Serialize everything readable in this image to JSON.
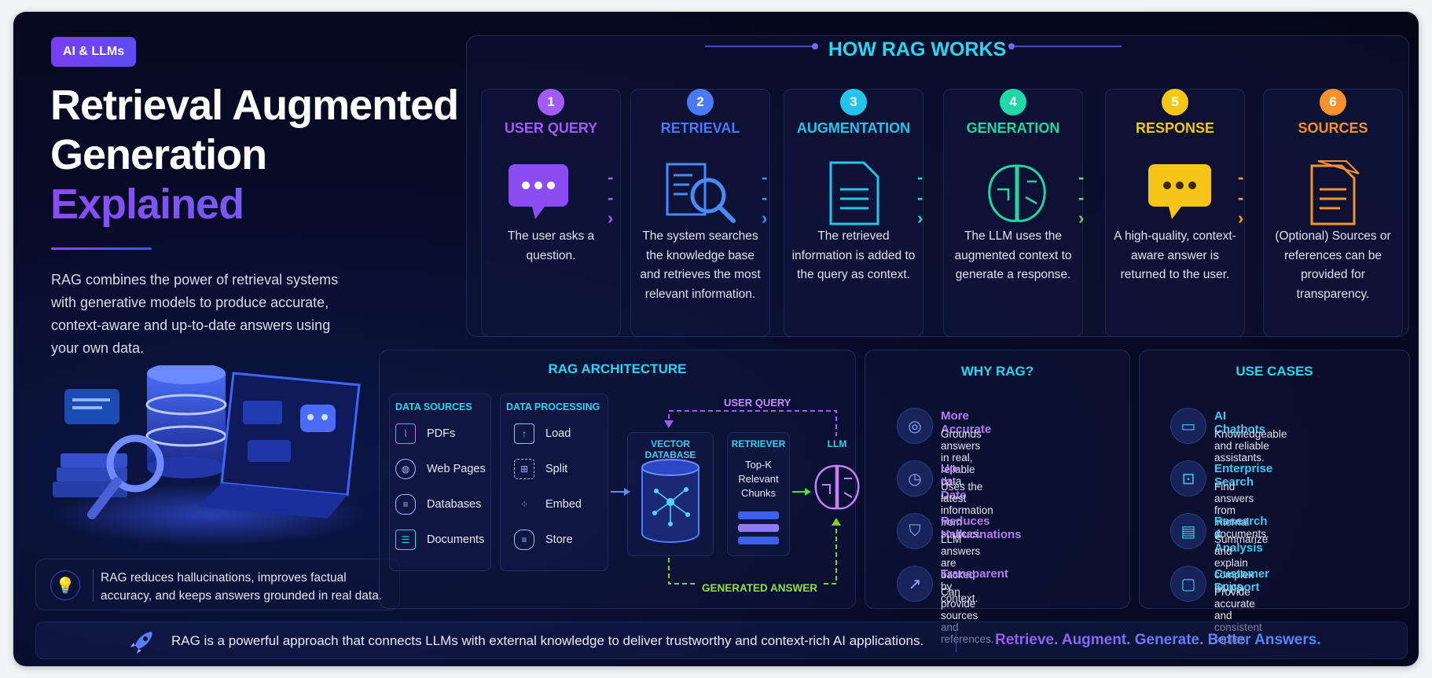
{
  "badge": "AI & LLMs",
  "title": {
    "line1": "Retrieval Augmented",
    "line2": "Generation",
    "line3": "Explained"
  },
  "intro": "RAG combines the power of retrieval systems with generative models to produce accurate, context-aware and up-to-date answers using your own data.",
  "tip": "RAG reduces hallucinations, improves factual accuracy, and keeps answers grounded in real data.",
  "how": {
    "title": "HOW RAG WORKS",
    "steps": [
      {
        "num": "1",
        "title": "USER QUERY",
        "desc": "The user asks a question.",
        "color": "#a25cf5"
      },
      {
        "num": "2",
        "title": "RETRIEVAL",
        "desc": "The system searches the knowledge base and retrieves the most relevant information.",
        "color": "#4a79f5"
      },
      {
        "num": "3",
        "title": "AUGMENTATION",
        "desc": "The retrieved information is added to the query as context.",
        "color": "#27c4ea"
      },
      {
        "num": "4",
        "title": "GENERATION",
        "desc": "The LLM uses the augmented context to generate a response.",
        "color": "#22d6a6"
      },
      {
        "num": "5",
        "title": "RESPONSE",
        "desc": "A high-quality, context-aware answer is returned to the user.",
        "color": "#f5c518"
      },
      {
        "num": "6",
        "title": "SOURCES",
        "desc": "(Optional) Sources or references can be provided for transparency.",
        "color": "#f5912a"
      }
    ]
  },
  "arch": {
    "title": "RAG ARCHITECTURE",
    "data_sources": {
      "header": "DATA SOURCES",
      "items": [
        "PDFs",
        "Web Pages",
        "Databases",
        "Documents"
      ]
    },
    "data_processing": {
      "header": "DATA PROCESSING",
      "items": [
        "Load",
        "Split",
        "Embed",
        "Store"
      ]
    },
    "vector_db": "VECTOR DATABASE",
    "retriever": {
      "header": "RETRIEVER",
      "text": "Top-K Relevant Chunks"
    },
    "llm": "LLM",
    "user_query": "USER QUERY",
    "generated_answer": "GENERATED ANSWER"
  },
  "why": {
    "title": "WHY RAG?",
    "items": [
      {
        "title": "More Accurate",
        "desc": "Grounds answers in real, reliable data.",
        "icon": "target-icon"
      },
      {
        "title": "Up-to-Date",
        "desc": "Uses the latest information from sources.",
        "icon": "clock-icon"
      },
      {
        "title": "Reduces Hallucinations",
        "desc": "LLM answers are backed by context.",
        "icon": "shield-check-icon"
      },
      {
        "title": "Transparent",
        "desc": "Can provide sources and references.",
        "icon": "growth-chart-icon"
      }
    ]
  },
  "uses": {
    "title": "USE CASES",
    "items": [
      {
        "title": "AI Chatbots",
        "desc": "Knowledgeable and reliable assistants.",
        "icon": "chat-icon"
      },
      {
        "title": "Enterprise Search",
        "desc": "Find answers from internal documents.",
        "icon": "document-search-icon"
      },
      {
        "title": "Research & Analysis",
        "desc": "Summarize and explain complex topics.",
        "icon": "report-icon"
      },
      {
        "title": "Customer Support",
        "desc": "Provide accurate and consistent replies.",
        "icon": "support-icon"
      }
    ]
  },
  "footer": {
    "text": "RAG is a powerful approach that connects LLMs with external knowledge to deliver trustworthy and context-rich AI applications.",
    "tagline": "Retrieve. Augment. Generate. Better Answers."
  }
}
